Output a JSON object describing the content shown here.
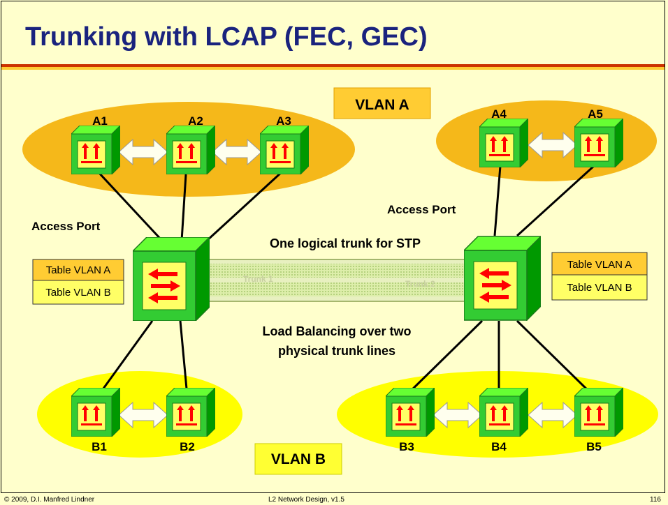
{
  "title": "Trunking with LCAP (FEC, GEC)",
  "labels": {
    "vlan_a": "VLAN A",
    "vlan_b": "VLAN B",
    "access_port_left": "Access Port",
    "access_port_right": "Access Port",
    "one_logical_trunk": "One logical trunk for STP",
    "load_balancing_line1": "Load Balancing over two",
    "load_balancing_line2": "physical trunk lines",
    "trunk1": "Trunk 1",
    "trunk2": "Trunk 2"
  },
  "tables": {
    "left": [
      "Table VLAN A",
      "Table VLAN B"
    ],
    "right": [
      "Table VLAN A",
      "Table VLAN B"
    ]
  },
  "hosts": {
    "a1": "A1",
    "a2": "A2",
    "a3": "A3",
    "a4": "A4",
    "a5": "A5",
    "b1": "B1",
    "b2": "B2",
    "b3": "B3",
    "b4": "B4",
    "b5": "B5"
  },
  "footer": {
    "left": "© 2009, D.I. Manfred Lindner",
    "center": "L2 Network Design, v1.5",
    "right": "116"
  },
  "colors": {
    "title_text": "#1a237e",
    "vlan_a_ellipse": "#f5b81a",
    "vlan_b_ellipse": "#ffff00",
    "switch_green": "#33cc33",
    "switch_face": "#ffff66",
    "arrow_red": "#ff0000",
    "rule_dark": "#cc3300",
    "rule_light": "#ffcc33"
  },
  "icons": [
    "l2-switch-icon",
    "multilayer-switch-icon",
    "bidirectional-arrow-icon"
  ]
}
